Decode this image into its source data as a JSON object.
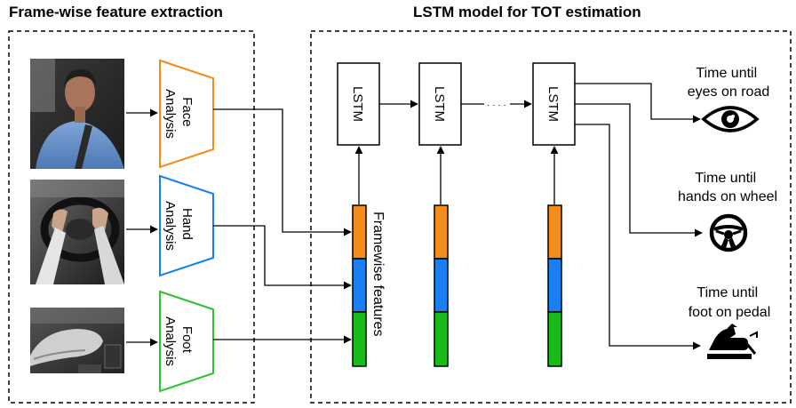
{
  "titles": {
    "left": "Frame-wise feature extraction",
    "right": "LSTM model for TOT estimation"
  },
  "extractors": [
    {
      "line1": "Face",
      "line2": "Analysis",
      "color": "#f28c1a",
      "photo": "driver-face-photo"
    },
    {
      "line1": "Hand",
      "line2": "Analysis",
      "color": "#1a7ff2",
      "photo": "steering-wheel-hands-photo"
    },
    {
      "line1": "Foot",
      "line2": "Analysis",
      "color": "#2bc42b",
      "photo": "foot-pedal-photo"
    }
  ],
  "feature_label": "Framewise features",
  "feature_colors": {
    "orange": "#f28c1a",
    "blue": "#1a7ff2",
    "green": "#1aba1a"
  },
  "lstm_label": "LSTM",
  "ellipsis": "· · · ·",
  "outputs": [
    {
      "line1": "Time until",
      "line2": "eyes on road",
      "icon": "eye-icon"
    },
    {
      "line1": "Time until",
      "line2": "hands on wheel",
      "icon": "steering-wheel-icon"
    },
    {
      "line1": "Time until",
      "line2": "foot on pedal",
      "icon": "foot-pedal-icon"
    }
  ]
}
